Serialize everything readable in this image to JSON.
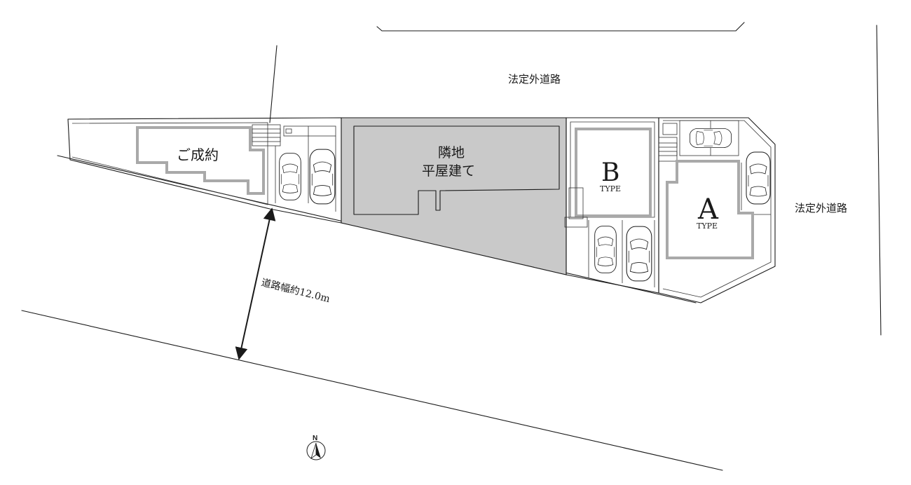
{
  "labels": {
    "road_top": "法定外道路",
    "road_right": "法定外道路",
    "sold_lot": "ご成約",
    "neighbor_line1": "隣地",
    "neighbor_line2": "平屋建て",
    "type_b_letter": "B",
    "type_b_word": "TYPE",
    "type_a_letter": "A",
    "type_a_word": "TYPE",
    "road_width": "道路幅約12.0m",
    "north": "N"
  },
  "colors": {
    "line": "#1a1a1a",
    "house_outline": "#a9a9a9",
    "neighbor_fill": "#c9c9c9",
    "background": "#ffffff"
  }
}
